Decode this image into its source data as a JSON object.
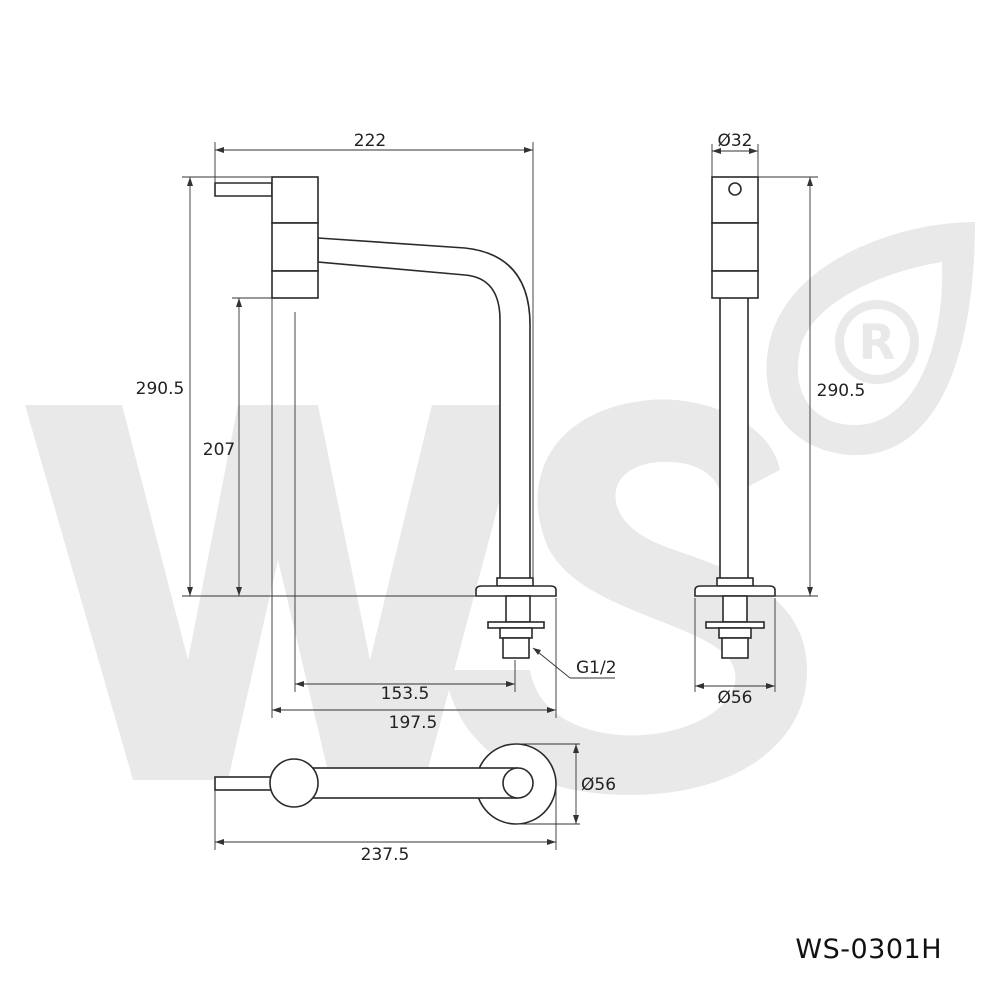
{
  "dimensions": {
    "front_width": "222",
    "front_height": "290.5",
    "spout_height": "207",
    "spout_reach": "153.5",
    "overall_reach": "197.5",
    "thread": "G1/2",
    "side_diameter_top": "Ø32",
    "side_height": "290.5",
    "side_base_diameter": "Ø56",
    "top_length": "237.5",
    "top_base_diameter": "Ø56"
  },
  "watermark": {
    "letters": "WS",
    "registered_mark": "®",
    "color": "#e9e9e9"
  },
  "model": "WS-0301H",
  "colors": {
    "line": "#2a2a2a",
    "dimension": "#333333",
    "watermark": "#e9e9e9"
  }
}
